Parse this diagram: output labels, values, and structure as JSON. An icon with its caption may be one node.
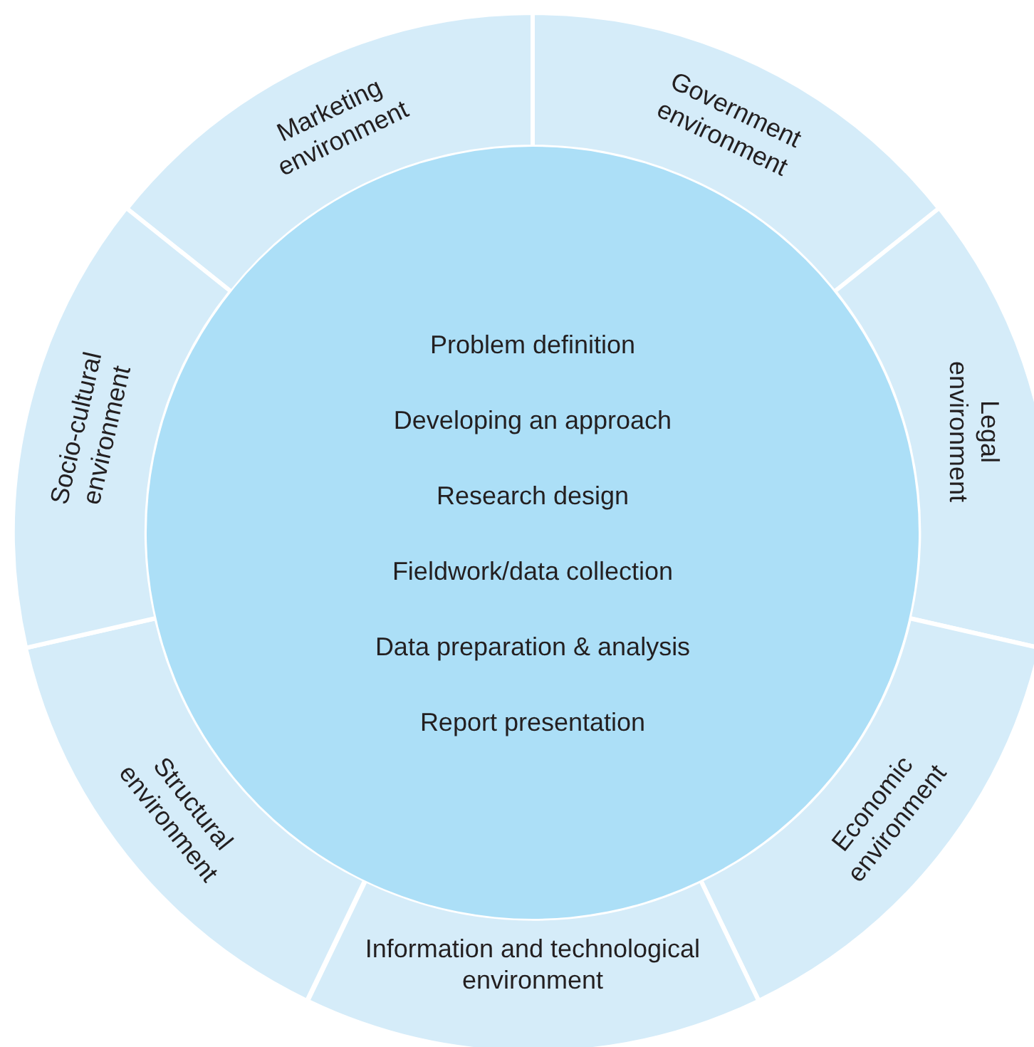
{
  "diagram": {
    "nodes": [
      {
        "text": [
          "Marketing environment"
        ]
      },
      {
        "text": [
          "Government environment"
        ]
      },
      {
        "text": [
          "Legal environment"
        ]
      },
      {
        "text": [
          "Economic environment"
        ]
      },
      {
        "text": [
          "Information and technological environment"
        ]
      },
      {
        "text": [
          "Structural environment"
        ]
      },
      {
        "text": [
          "Socio-cultural environment"
        ]
      },
      {
        "text": [
          "Problem definition",
          "Developing an approach",
          "Research design",
          "Fieldwork/data collection",
          "Data preparation & analysis",
          "Report presentation"
        ]
      }
    ]
  }
}
